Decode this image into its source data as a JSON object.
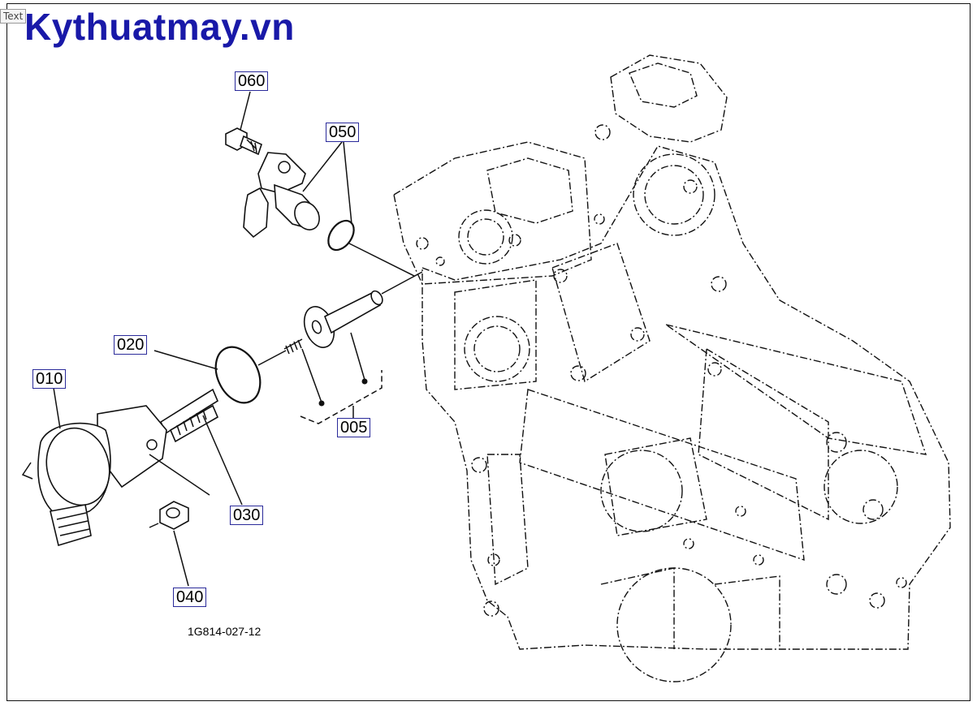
{
  "tool_label": "Text",
  "watermark": "Kythuatmay.vn",
  "callouts": {
    "p060": "060",
    "p050": "050",
    "p020": "020",
    "p010": "010",
    "p005": "005",
    "p030": "030",
    "p040": "040"
  },
  "drawing_number": "1G814-027-12",
  "colors": {
    "brand": "#1919a8",
    "callout_border": "#2a2a9a",
    "line": "#111111"
  }
}
